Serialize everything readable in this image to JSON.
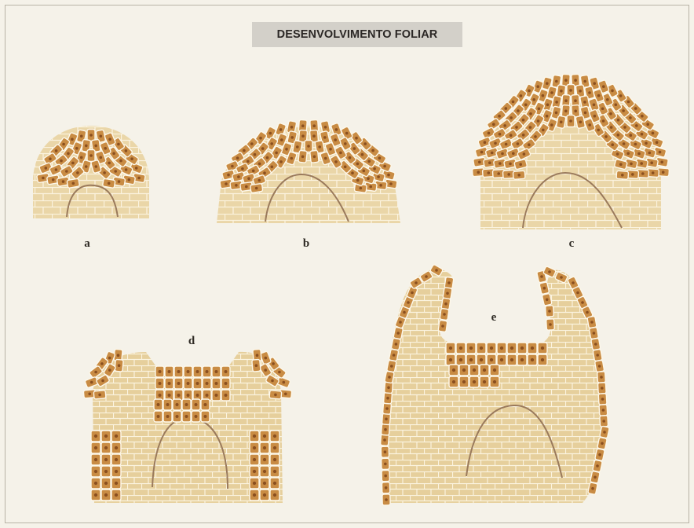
{
  "title": "DESENVOLVIMENTO FOLIAR",
  "panels": [
    {
      "label": "a"
    },
    {
      "label": "b"
    },
    {
      "label": "c"
    },
    {
      "label": "d"
    },
    {
      "label": "e"
    }
  ],
  "colors": {
    "background": "#f5f2e9",
    "title_band": "#d3d0c9",
    "inner_tissue": "#ead6a8",
    "outer_cells": "#c98c44",
    "cell_wall": "#fdf8ea",
    "procambium_line": "#9a7a5c"
  }
}
